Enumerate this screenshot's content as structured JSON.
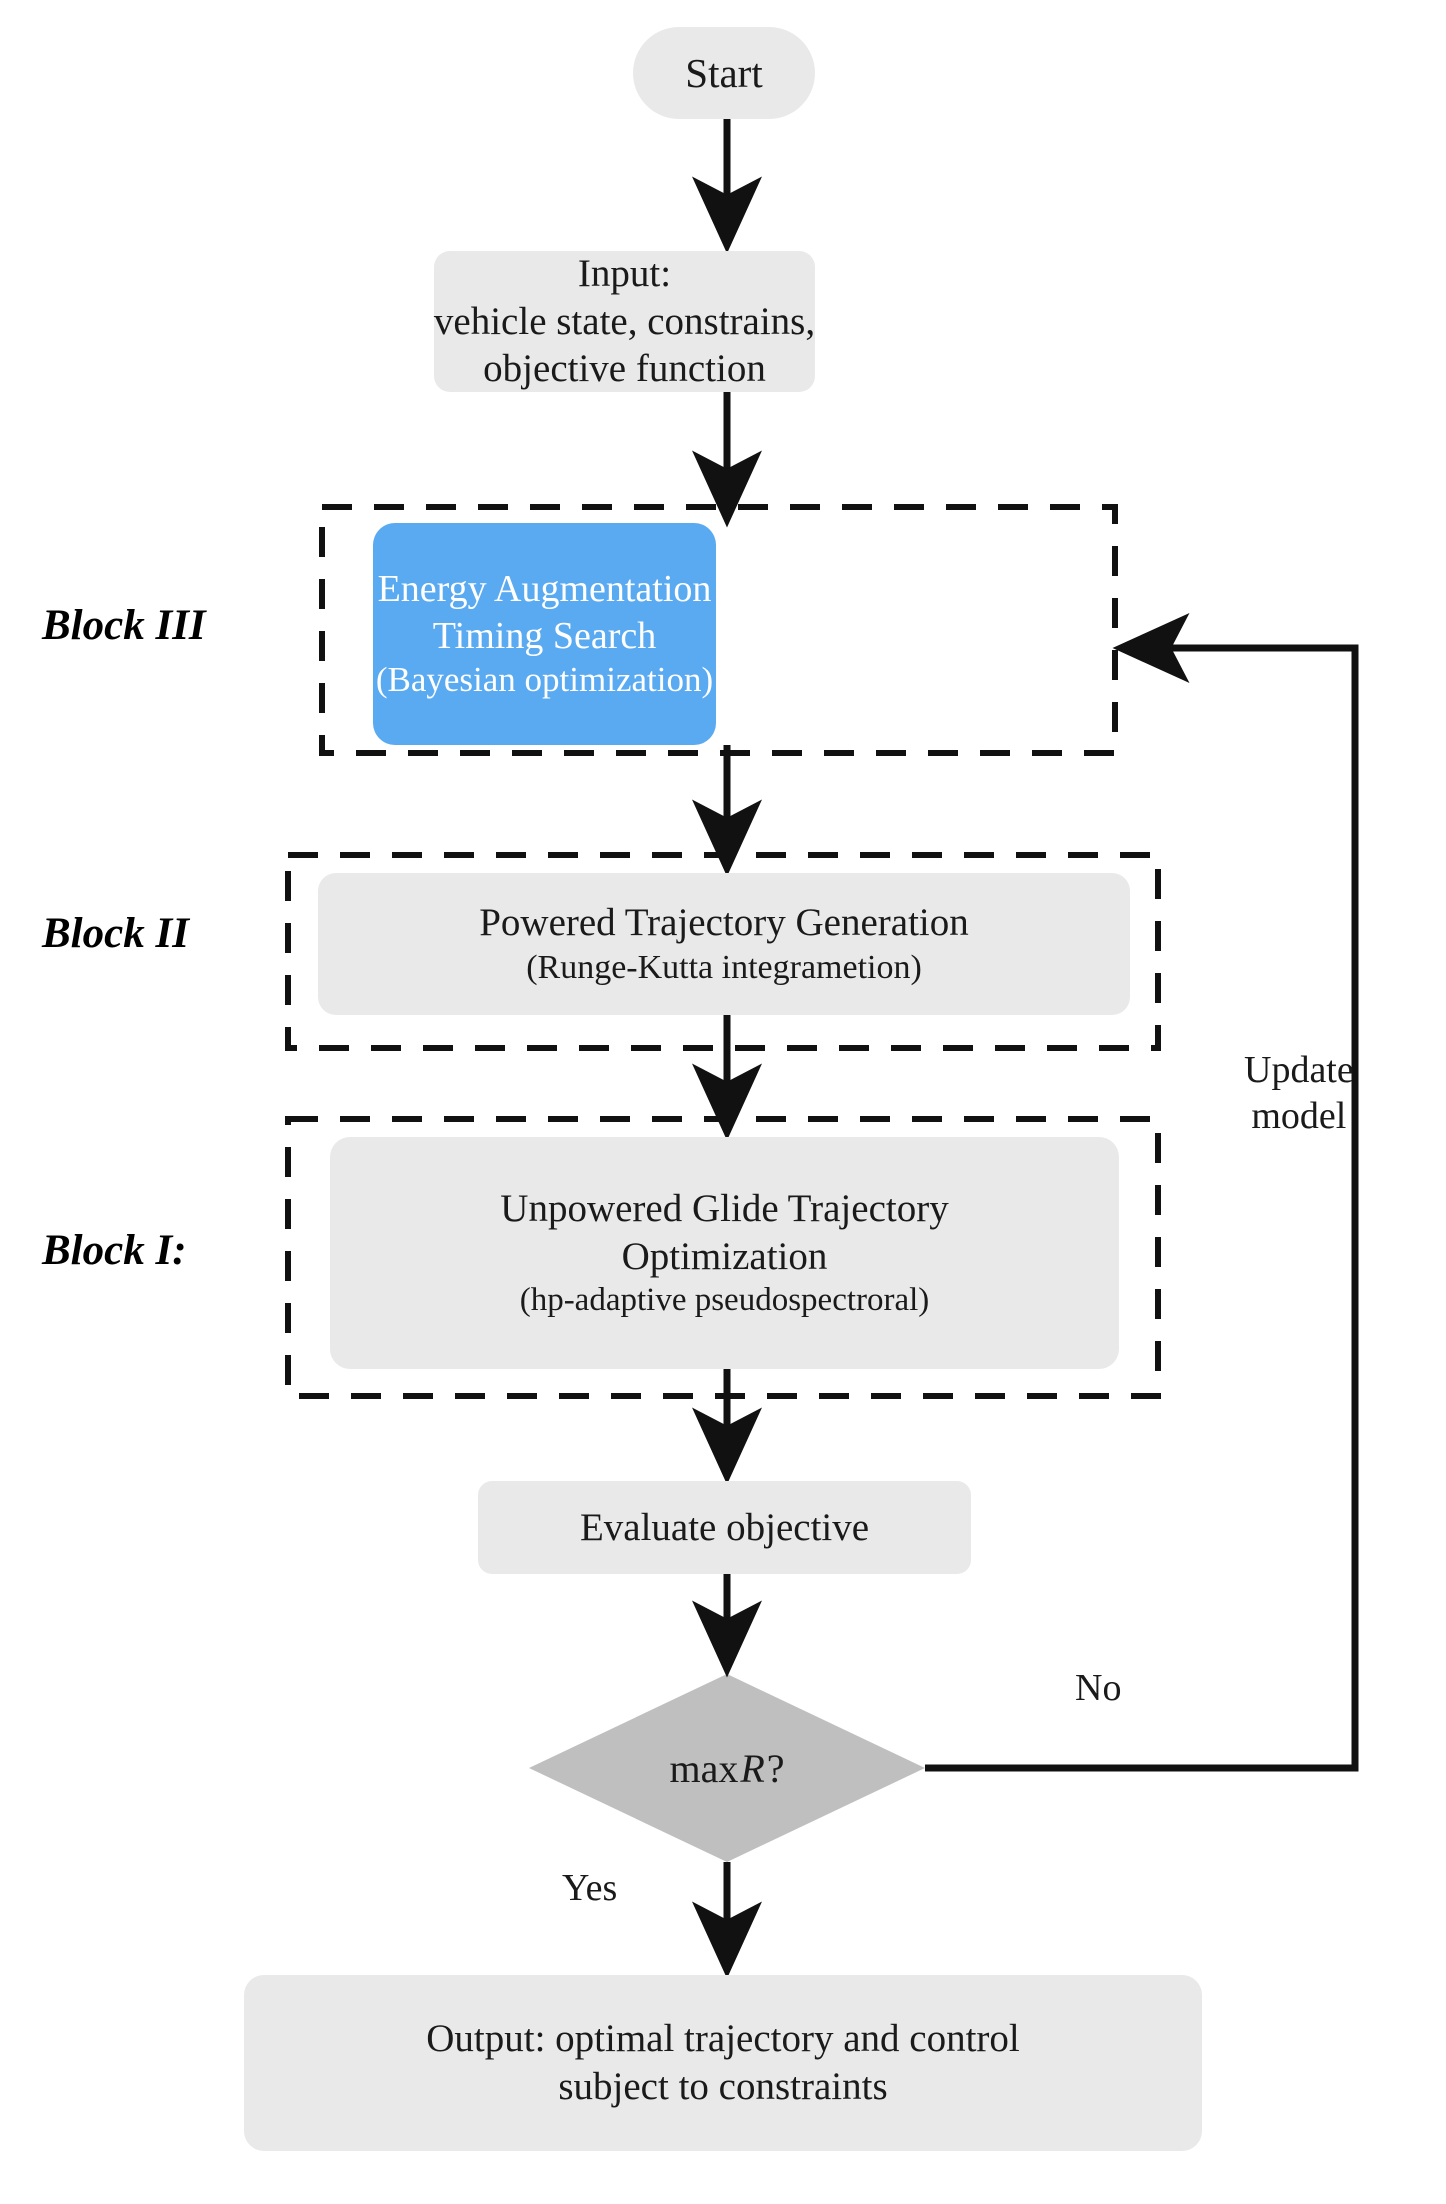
{
  "diagram": {
    "title": "Trajectory optimization algorithm flowchart",
    "colors": {
      "node_fill": "#e9e9e9",
      "accent_fill": "#5aaaf2",
      "accent_text": "#ffffff",
      "decision_fill": "#bfbfbf",
      "stroke": "#1a1a1a",
      "background": "#ffffff"
    }
  },
  "nodes": {
    "start": {
      "shape": "terminator",
      "label": "Start"
    },
    "input": {
      "shape": "process",
      "line1": "Input:",
      "line2": "vehicle state, constrains,",
      "line3": "objective function"
    },
    "energy": {
      "shape": "process",
      "line1": "Energy Augmentation",
      "line2": "Timing Search",
      "line3": "(Bayesian optimization)"
    },
    "powered": {
      "shape": "process",
      "line1": "Powered Trajectory Generation",
      "line2": "(Runge-Kutta integrametion)"
    },
    "unpowered": {
      "shape": "process",
      "line1": "Unpowered Glide Trajectory",
      "line2": "Optimization",
      "line3": "(hp-adaptive pseudospectroral)"
    },
    "evaluate": {
      "shape": "process",
      "label": "Evaluate objective"
    },
    "decision": {
      "shape": "diamond",
      "prefix": "max ",
      "variable": "R",
      "suffix": "?"
    },
    "output": {
      "shape": "process",
      "line1": "Output: optimal trajectory and control",
      "line2": "subject to constraints"
    }
  },
  "block_labels": {
    "block3": "Block III",
    "block2": "Block II",
    "block1": "Block I:"
  },
  "edge_labels": {
    "update_line1": "Update",
    "update_line2": "model",
    "no": "No",
    "yes": "Yes"
  }
}
